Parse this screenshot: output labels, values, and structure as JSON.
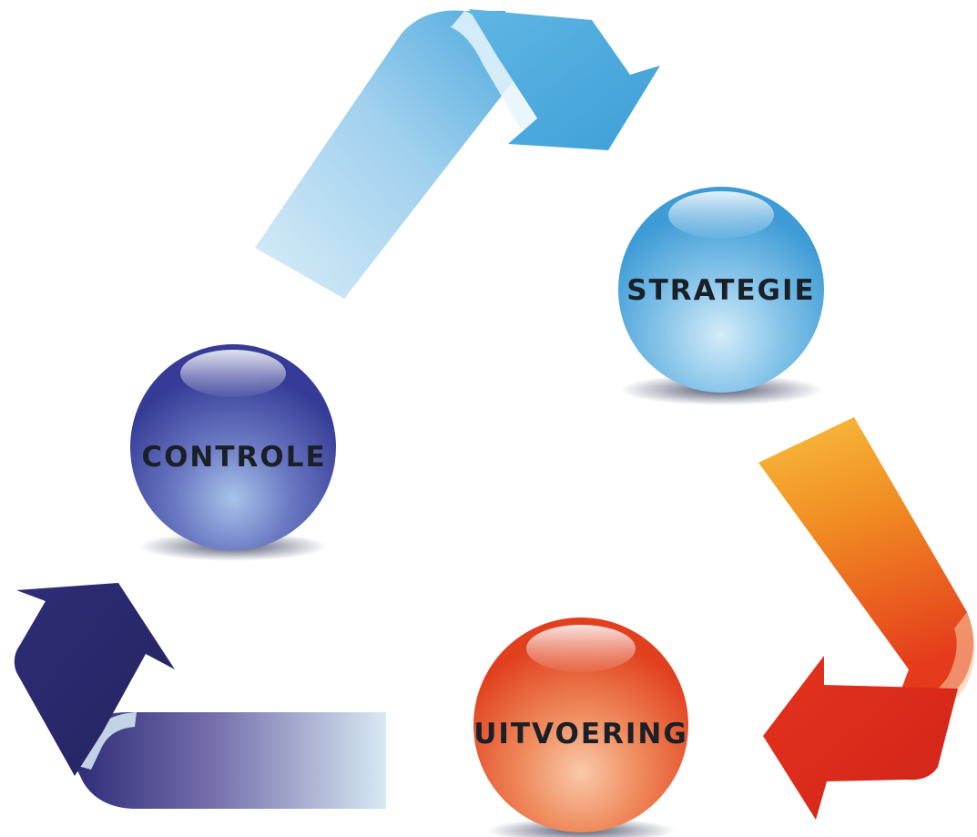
{
  "diagram": {
    "type": "cycle",
    "nodes": [
      {
        "id": "strategie",
        "label": "STRATEGIE",
        "color": "#4fa9df"
      },
      {
        "id": "uitvoering",
        "label": "UITVOERING",
        "color": "#e8462a"
      },
      {
        "id": "controle",
        "label": "CONTROLE",
        "color": "#3a3f9a"
      }
    ],
    "arrows": [
      {
        "id": "controle-to-strategie",
        "from": "controle",
        "to": "strategie",
        "color": "#59b2e0"
      },
      {
        "id": "strategie-to-uitvoering",
        "from": "strategie",
        "to": "uitvoering",
        "color": "#ee7a1e"
      },
      {
        "id": "uitvoering-to-controle",
        "from": "uitvoering",
        "to": "controle",
        "color": "#2d2c75"
      }
    ]
  }
}
